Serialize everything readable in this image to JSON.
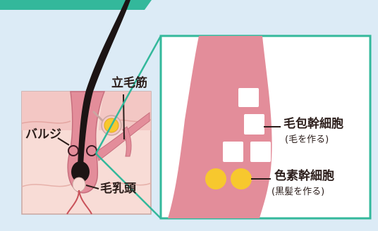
{
  "labels": {
    "arrector_pili": "立毛筋",
    "bulge": "バルジ",
    "dermal_papilla": "毛乳頭",
    "hair_follicle_stem_cell": "毛包幹細胞",
    "hair_follicle_stem_cell_note": "(毛を作る)",
    "melanocyte_stem_cell": "色素幹細胞",
    "melanocyte_stem_cell_note": "(黒髪を作る)"
  },
  "colors": {
    "background": "#dcebf6",
    "panel_border": "#33b89b",
    "skin_pink": "#f3c7c4",
    "dermis_light": "#f8dcd6",
    "follicle_pink": "#e38d9a",
    "hair": "#1c1414",
    "stem_cell_white": "#ffffff",
    "pigment_yellow": "#f7c82e"
  }
}
